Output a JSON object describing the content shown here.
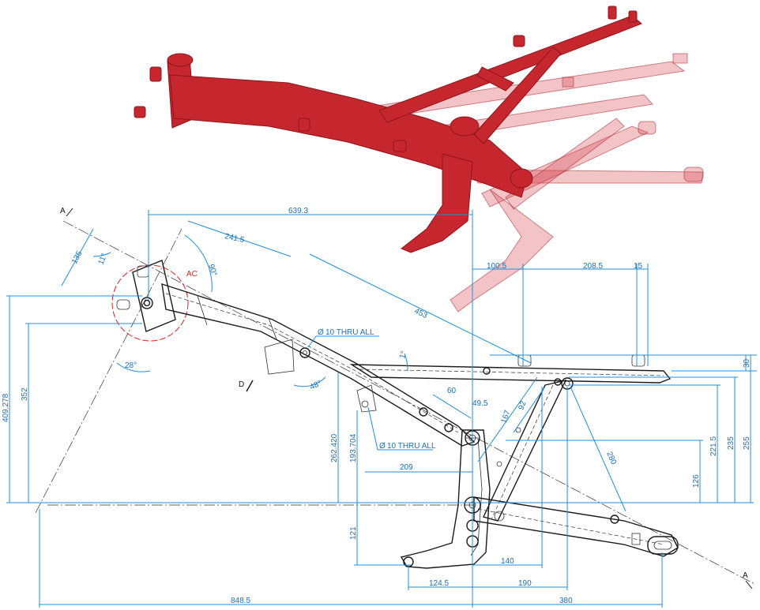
{
  "colors": {
    "dimension": "#1e8fe0",
    "frame_render": "#c6272f",
    "frame_render_transparent": "#e07078",
    "annotation_red": "#e02020",
    "line_art": "#1a1a1a"
  },
  "labels": {
    "section_a_top": "A",
    "section_a_bottom": "A",
    "view_d": "D",
    "circle_ac": "AC",
    "hole_note_1": "10 THRU ALL",
    "hole_note_2": "10 THRU ALL",
    "dia_symbol": "Ø"
  },
  "dimensions": {
    "d639_3": "639.3",
    "d241_5": "241.5",
    "d135": "135",
    "d11deg": "11°",
    "d90deg": "90°",
    "d453": "453",
    "d100_5": "100.5",
    "d208_5": "208.5",
    "d15": "15",
    "d409_278": "409.278",
    "d352": "352",
    "d28deg": "28°",
    "d1deg": "1°",
    "d30": "30",
    "d48deg": "48°",
    "d60": "60",
    "d49_5": "49.5",
    "d92": "92",
    "d167": "167",
    "d262_420": "262.420",
    "d193_704": "193.704",
    "d209": "209",
    "d280": "280",
    "d221_5": "221.5",
    "d235": "235",
    "d255": "255",
    "d126": "126",
    "d121": "121",
    "d140": "140",
    "d124_5": "124.5",
    "d190": "190",
    "d848_5": "848.5",
    "d380": "380"
  }
}
